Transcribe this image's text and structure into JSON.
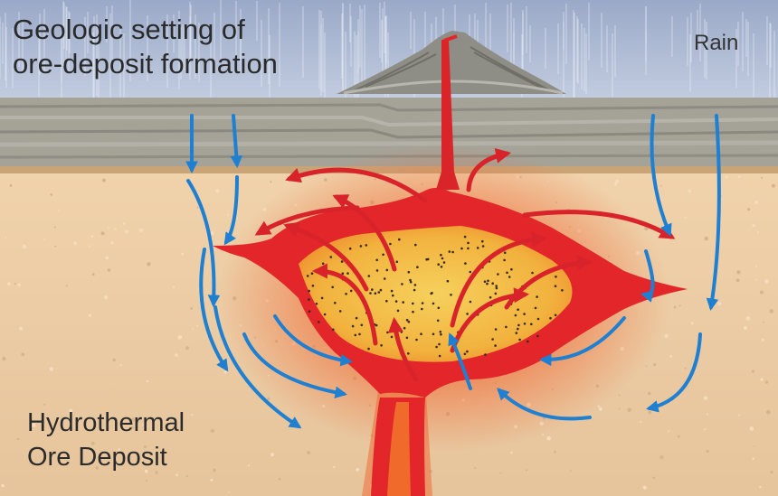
{
  "title_lines": [
    "Geologic setting of",
    "ore-deposit formation"
  ],
  "rain_label": "Rain",
  "deposit_lines": [
    "Hydrothermal",
    "Ore Deposit"
  ],
  "colors": {
    "sky": "#a9b8d4",
    "rain_streaks": "#e8eef8",
    "strata": "#a3a196",
    "strata_dark": "#7d7b72",
    "host_rock": "#e9c9a2",
    "magma_red": "#e2262a",
    "magma_orange": "#f07a2a",
    "ore_yellow": "#f3c14a",
    "hot_fluid_arrow": "#d8232a",
    "groundwater_arrow": "#1f7fd0"
  },
  "icons": [
    "hot-fluid-arrow",
    "groundwater-arrow",
    "ore-grain-dot"
  ]
}
